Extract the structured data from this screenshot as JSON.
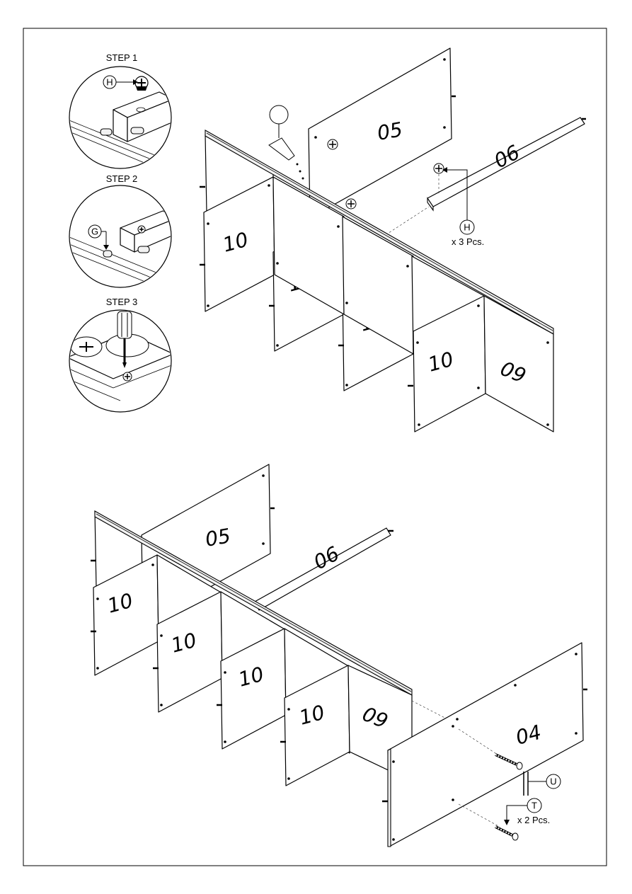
{
  "steps": [
    {
      "label": "STEP 1",
      "fitting": "H"
    },
    {
      "label": "STEP 2",
      "fitting": "G"
    },
    {
      "label": "STEP 3"
    }
  ],
  "panels": {
    "p05": "05",
    "p06": "06",
    "p10": "10",
    "p09": "09",
    "p04": "04"
  },
  "callouts": {
    "top_fitting": "H",
    "top_qty": "x 3 Pcs.",
    "bottom_tool": "U",
    "bottom_fitting": "T",
    "bottom_qty": "x 2 Pcs."
  },
  "icons": [
    "cam-lock-icon",
    "dowel-icon",
    "screwdriver-icon",
    "glue-bottle-icon",
    "screw-icon",
    "allen-key-icon"
  ]
}
